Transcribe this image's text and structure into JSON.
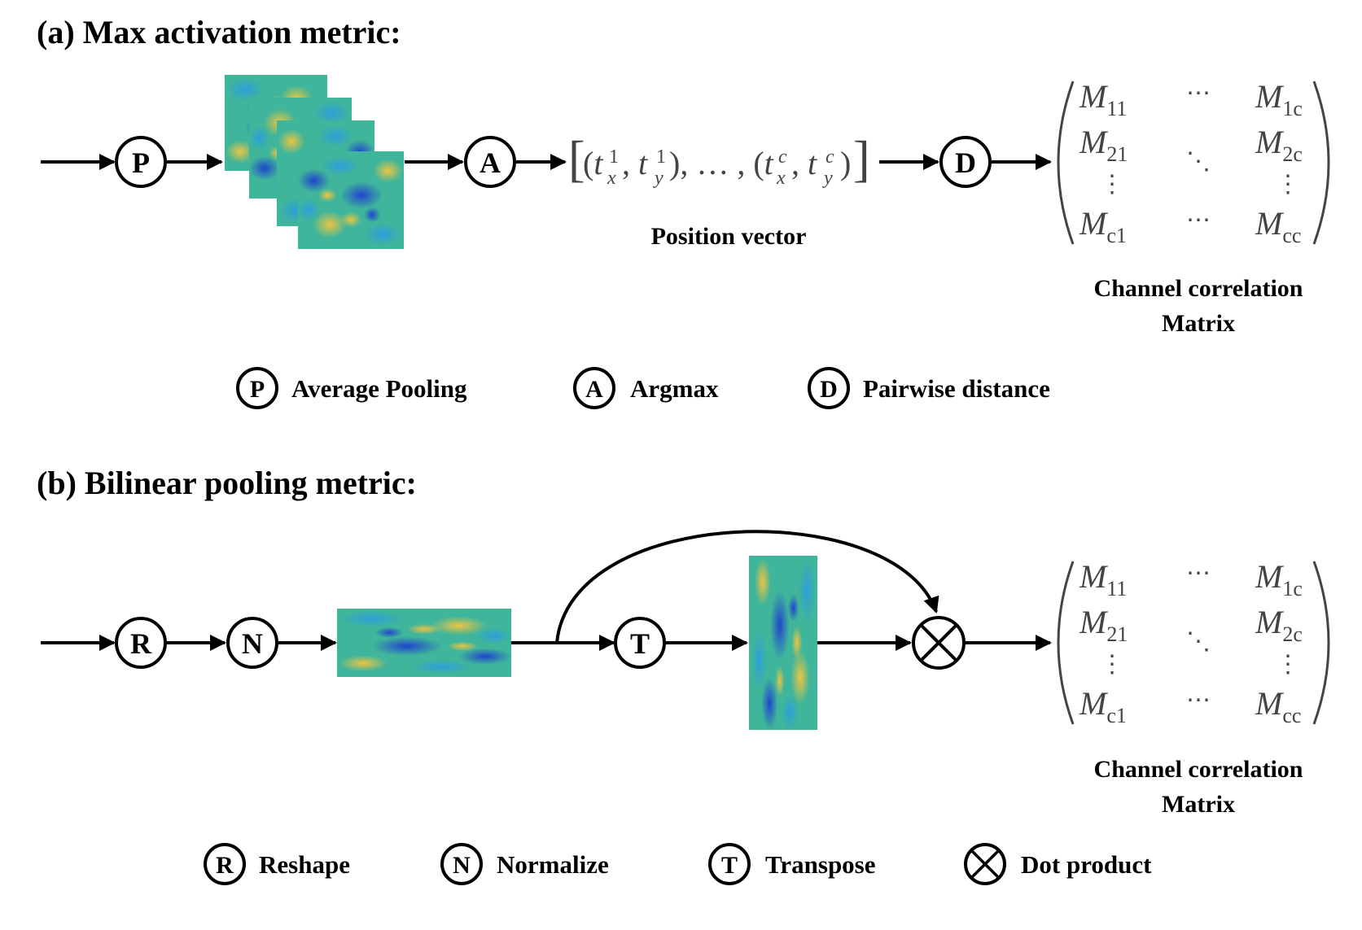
{
  "panel_a": {
    "title": "(a) Max  activation  metric:",
    "ops": {
      "pool": "P",
      "argmax": "A",
      "distance": "D"
    },
    "position_vector_label": "Position vector",
    "output_label_line1": "Channel correlation",
    "output_label_line2": "Matrix",
    "legend": [
      {
        "symbol": "P",
        "text": "Average Pooling"
      },
      {
        "symbol": "A",
        "text": "Argmax"
      },
      {
        "symbol": "D",
        "text": "Pairwise distance"
      }
    ]
  },
  "panel_b": {
    "title": "(b) Bilinear pooling metric:",
    "ops": {
      "reshape": "R",
      "normalize": "N",
      "transpose": "T"
    },
    "output_label_line1": "Channel correlation",
    "output_label_line2": "Matrix",
    "legend": [
      {
        "symbol": "R",
        "text": "Reshape"
      },
      {
        "symbol": "N",
        "text": "Normalize"
      },
      {
        "symbol": "T",
        "text": "Transpose"
      },
      {
        "symbol": "⊗",
        "text": "Dot product"
      }
    ]
  },
  "matrix": {
    "M11": "M",
    "M11_sub": "11",
    "M1c": "M",
    "M1c_sub": "1c",
    "M21": "M",
    "M21_sub": "21",
    "M2c": "M",
    "M2c_sub": "2c",
    "Mc1": "M",
    "Mc1_sub": "c1",
    "Mcc": "M",
    "Mcc_sub": "cc",
    "hdots": "⋯",
    "vdots": "⋮",
    "ddots": "⋱"
  },
  "colors": {
    "heat_low": "#2a5bd7",
    "heat_mid": "#37b39a",
    "heat_high": "#f2c440"
  }
}
